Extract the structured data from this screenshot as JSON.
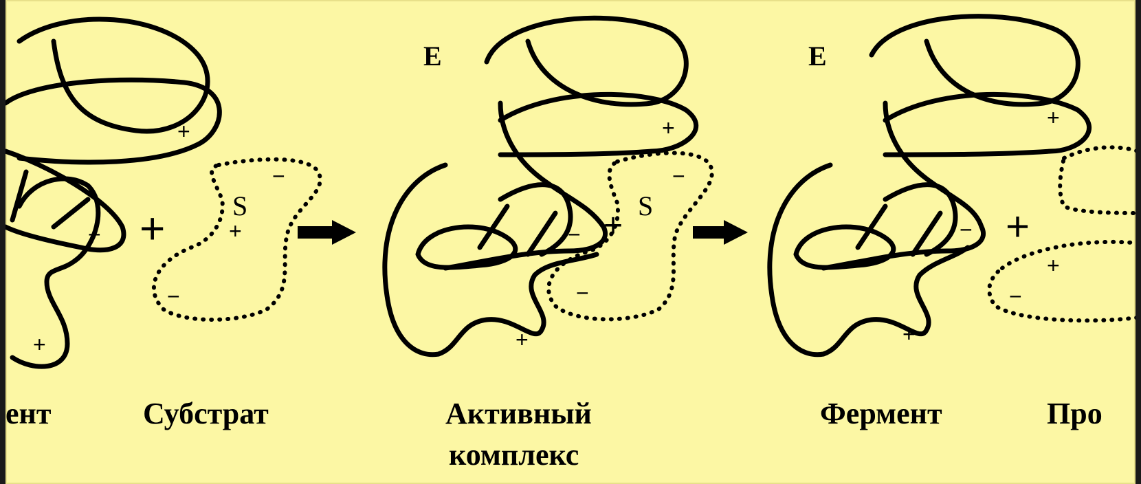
{
  "figure": {
    "background": "#FCF7A4",
    "stroke": "#000000",
    "captions": {
      "enzyme_left": "ент",
      "substrate": "Субстрат",
      "active_complex_line1": "Активный",
      "active_complex_line2": "комплекс",
      "enzyme_right": "Фермент",
      "product": "Про"
    },
    "letters": {
      "enzyme_1": "E",
      "enzyme_2": "E",
      "substrate_1": "S",
      "substrate_2": "S"
    },
    "signs": {
      "plus": "+",
      "minus": "−"
    }
  }
}
